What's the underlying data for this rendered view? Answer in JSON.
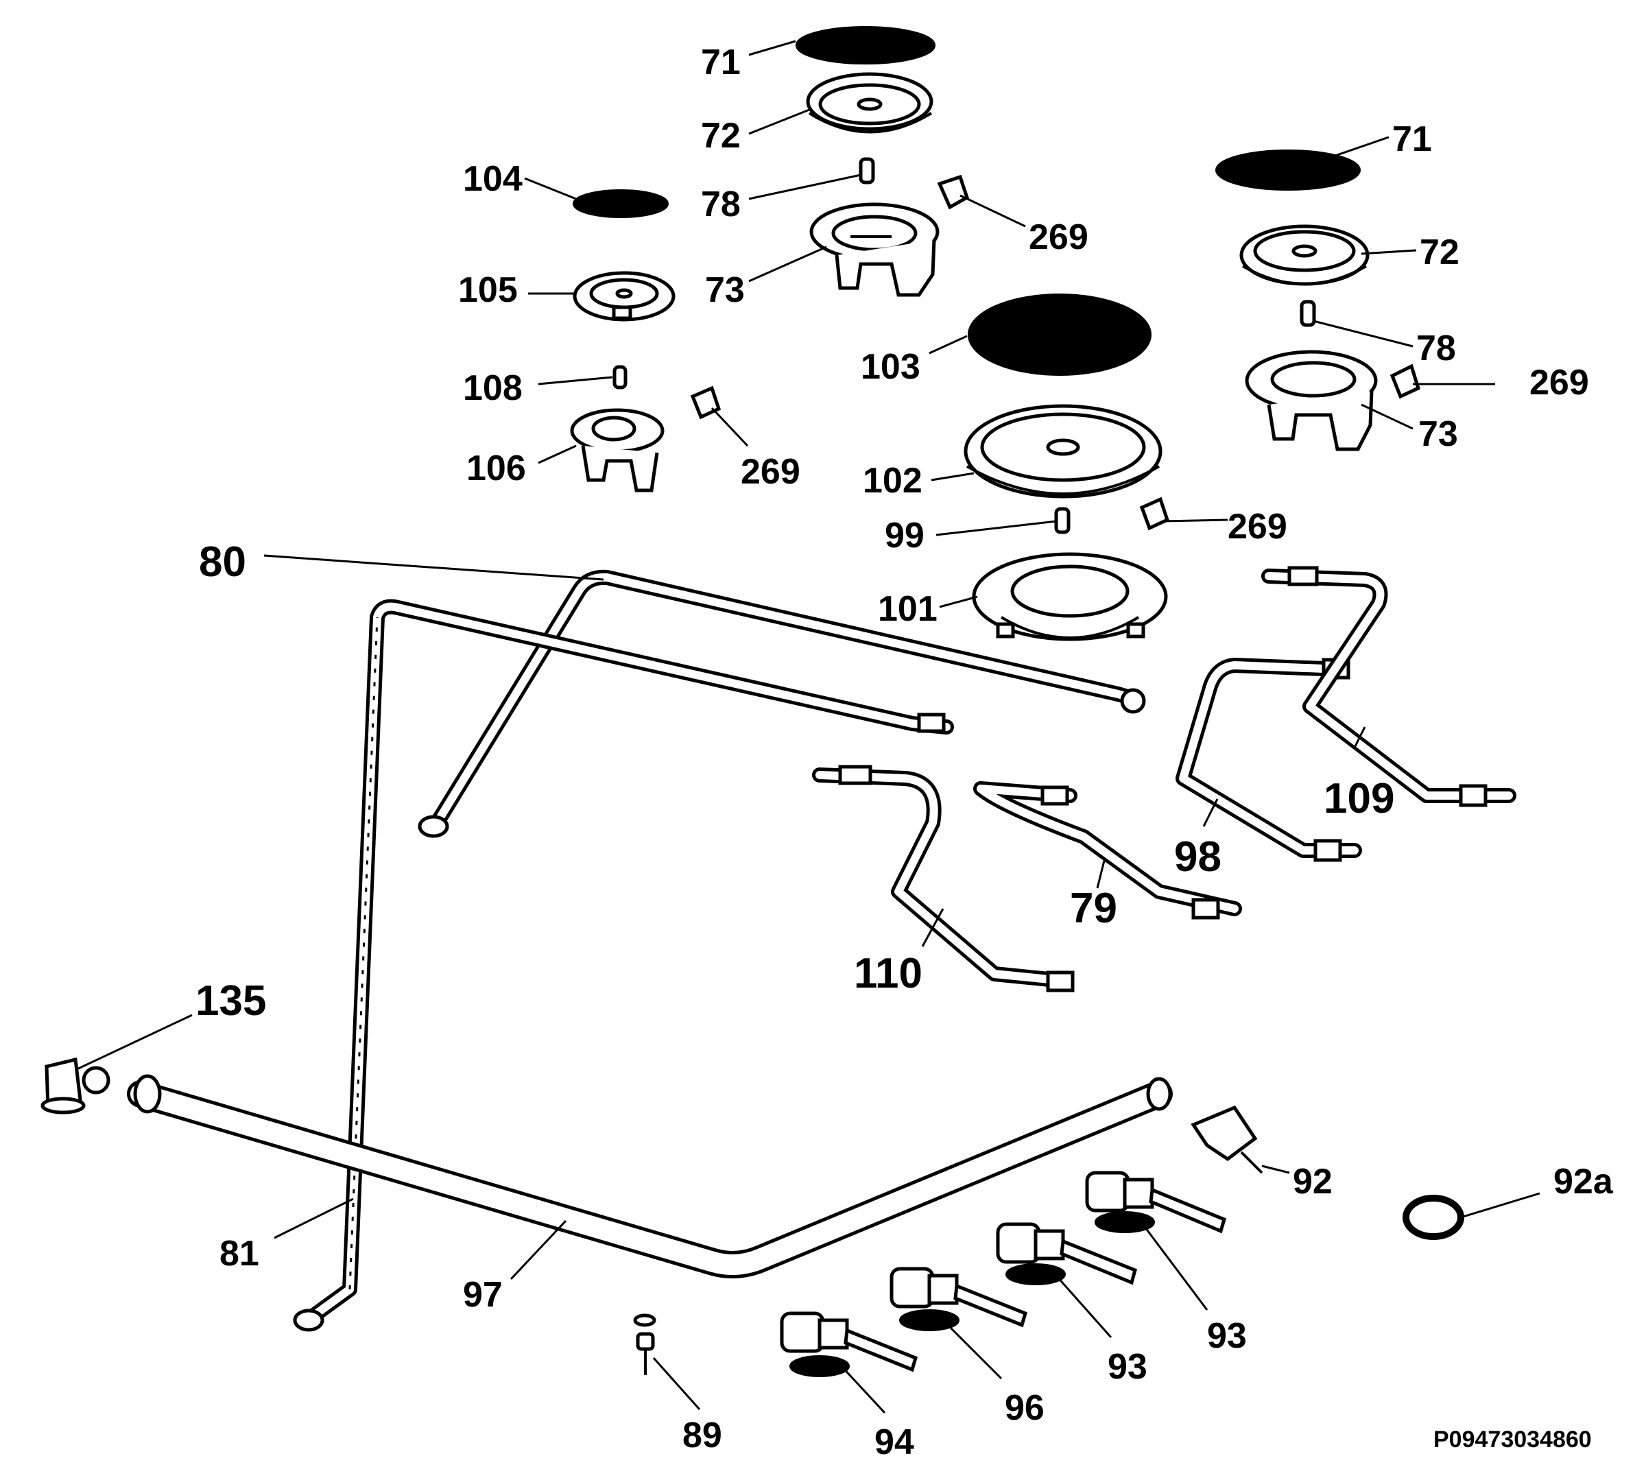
{
  "diagram": {
    "code": "P09473034860",
    "labels": {
      "l71a": "71",
      "l72a": "72",
      "l78a": "78",
      "l269a": "269",
      "l73a": "73",
      "l104": "104",
      "l105": "105",
      "l108": "108",
      "l106": "106",
      "l269b": "269",
      "l71b": "71",
      "l72b": "72",
      "l78b": "78",
      "l269c": "269",
      "l73b": "73",
      "l103": "103",
      "l102": "102",
      "l99": "99",
      "l269d": "269",
      "l101": "101",
      "l80": "80",
      "l109": "109",
      "l98": "98",
      "l79": "79",
      "l110": "110",
      "l135": "135",
      "l92": "92",
      "l92a": "92a",
      "l81": "81",
      "l97": "97",
      "l93a": "93",
      "l93b": "93",
      "l96": "96",
      "l94": "94",
      "l89": "89"
    }
  }
}
